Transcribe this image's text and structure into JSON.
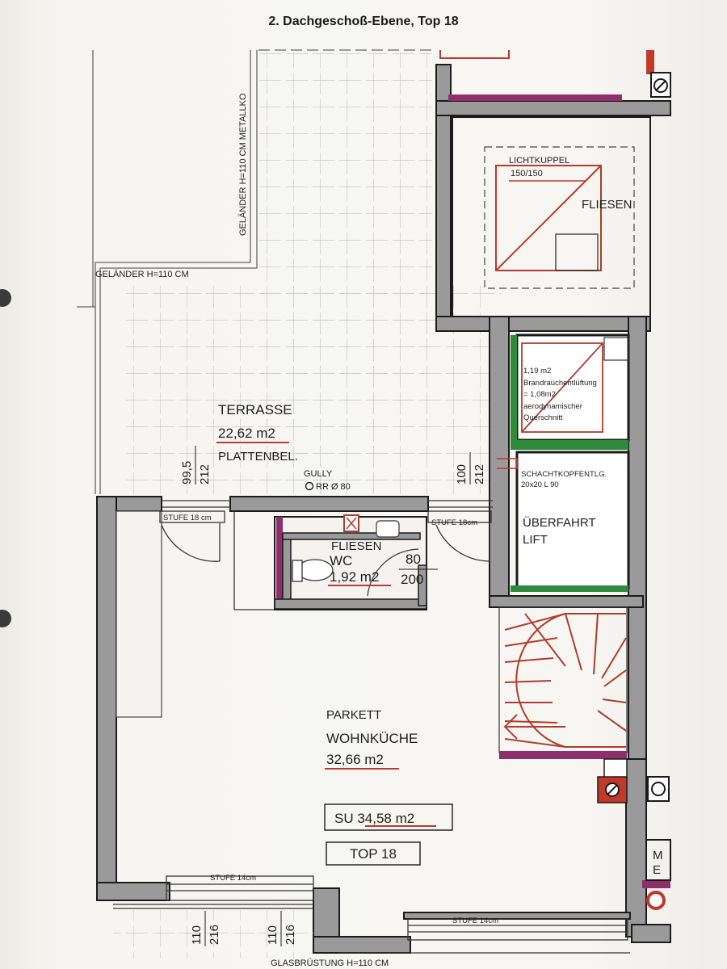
{
  "page": {
    "title": "2. Dachgeschoß-Ebene, Top 18"
  },
  "labels": {
    "railing_vertical": "GELÄNDER H=110 CM METALLKO",
    "railing_horizontal": "GELÄNDER H=110 CM",
    "skylight_title": "LICHTKUPPEL",
    "skylight_size": "150/150",
    "skylight_floor": "FLIESEN",
    "smoke_area": "1,19 m2",
    "smoke_line1": "Brandrauchentlüftung",
    "smoke_line2": "= 1,08m2",
    "smoke_line3": "aerodynamischer",
    "smoke_line4": "Querschnitt",
    "shaft_label": "SCHACHTKOPFENTLG.",
    "shaft_size": "20x20  L 90",
    "lift_line1": "ÜBERFAHRT",
    "lift_line2": "LIFT",
    "terrace_name": "TERRASSE",
    "terrace_area": "22,62 m2",
    "terrace_floor": "PLATTENBEL.",
    "gully_label": "GULLY",
    "gully_size": "RR Ø 80",
    "door_left_w": "99,5",
    "door_left_h": "212",
    "door_right_w": "100",
    "door_right_h": "212",
    "step_left": "STUFE 18 cm",
    "step_right": "STUFE 18cm",
    "wc_floor": "FLIESEN",
    "wc_name": "WC",
    "wc_area": "1,92 m2",
    "wc_door_w": "80",
    "wc_door_h": "200",
    "living_floor": "PARKETT",
    "living_name": "WOHNKÜCHE",
    "living_area": "32,66 m2",
    "su_area": "SU 34,58 m2",
    "top_label": "TOP 18",
    "step_bottom_left": "STUFE 14cm",
    "step_bottom_right": "STUFE 14cm",
    "window1_w": "110",
    "window1_h": "216",
    "window2_w": "110",
    "window2_h": "216",
    "glass_railing": "GLASBRÜSTUNG H=110 CM",
    "right_edge_1": "M",
    "right_edge_2": "E"
  },
  "colors": {
    "wall": "#9a9a9a",
    "wall_outline": "#1b1b1b",
    "accent_red": "#c0392b",
    "accent_magenta": "#8e2f6b",
    "accent_green": "#2f8a3a",
    "paper": "#f7f6f2"
  }
}
